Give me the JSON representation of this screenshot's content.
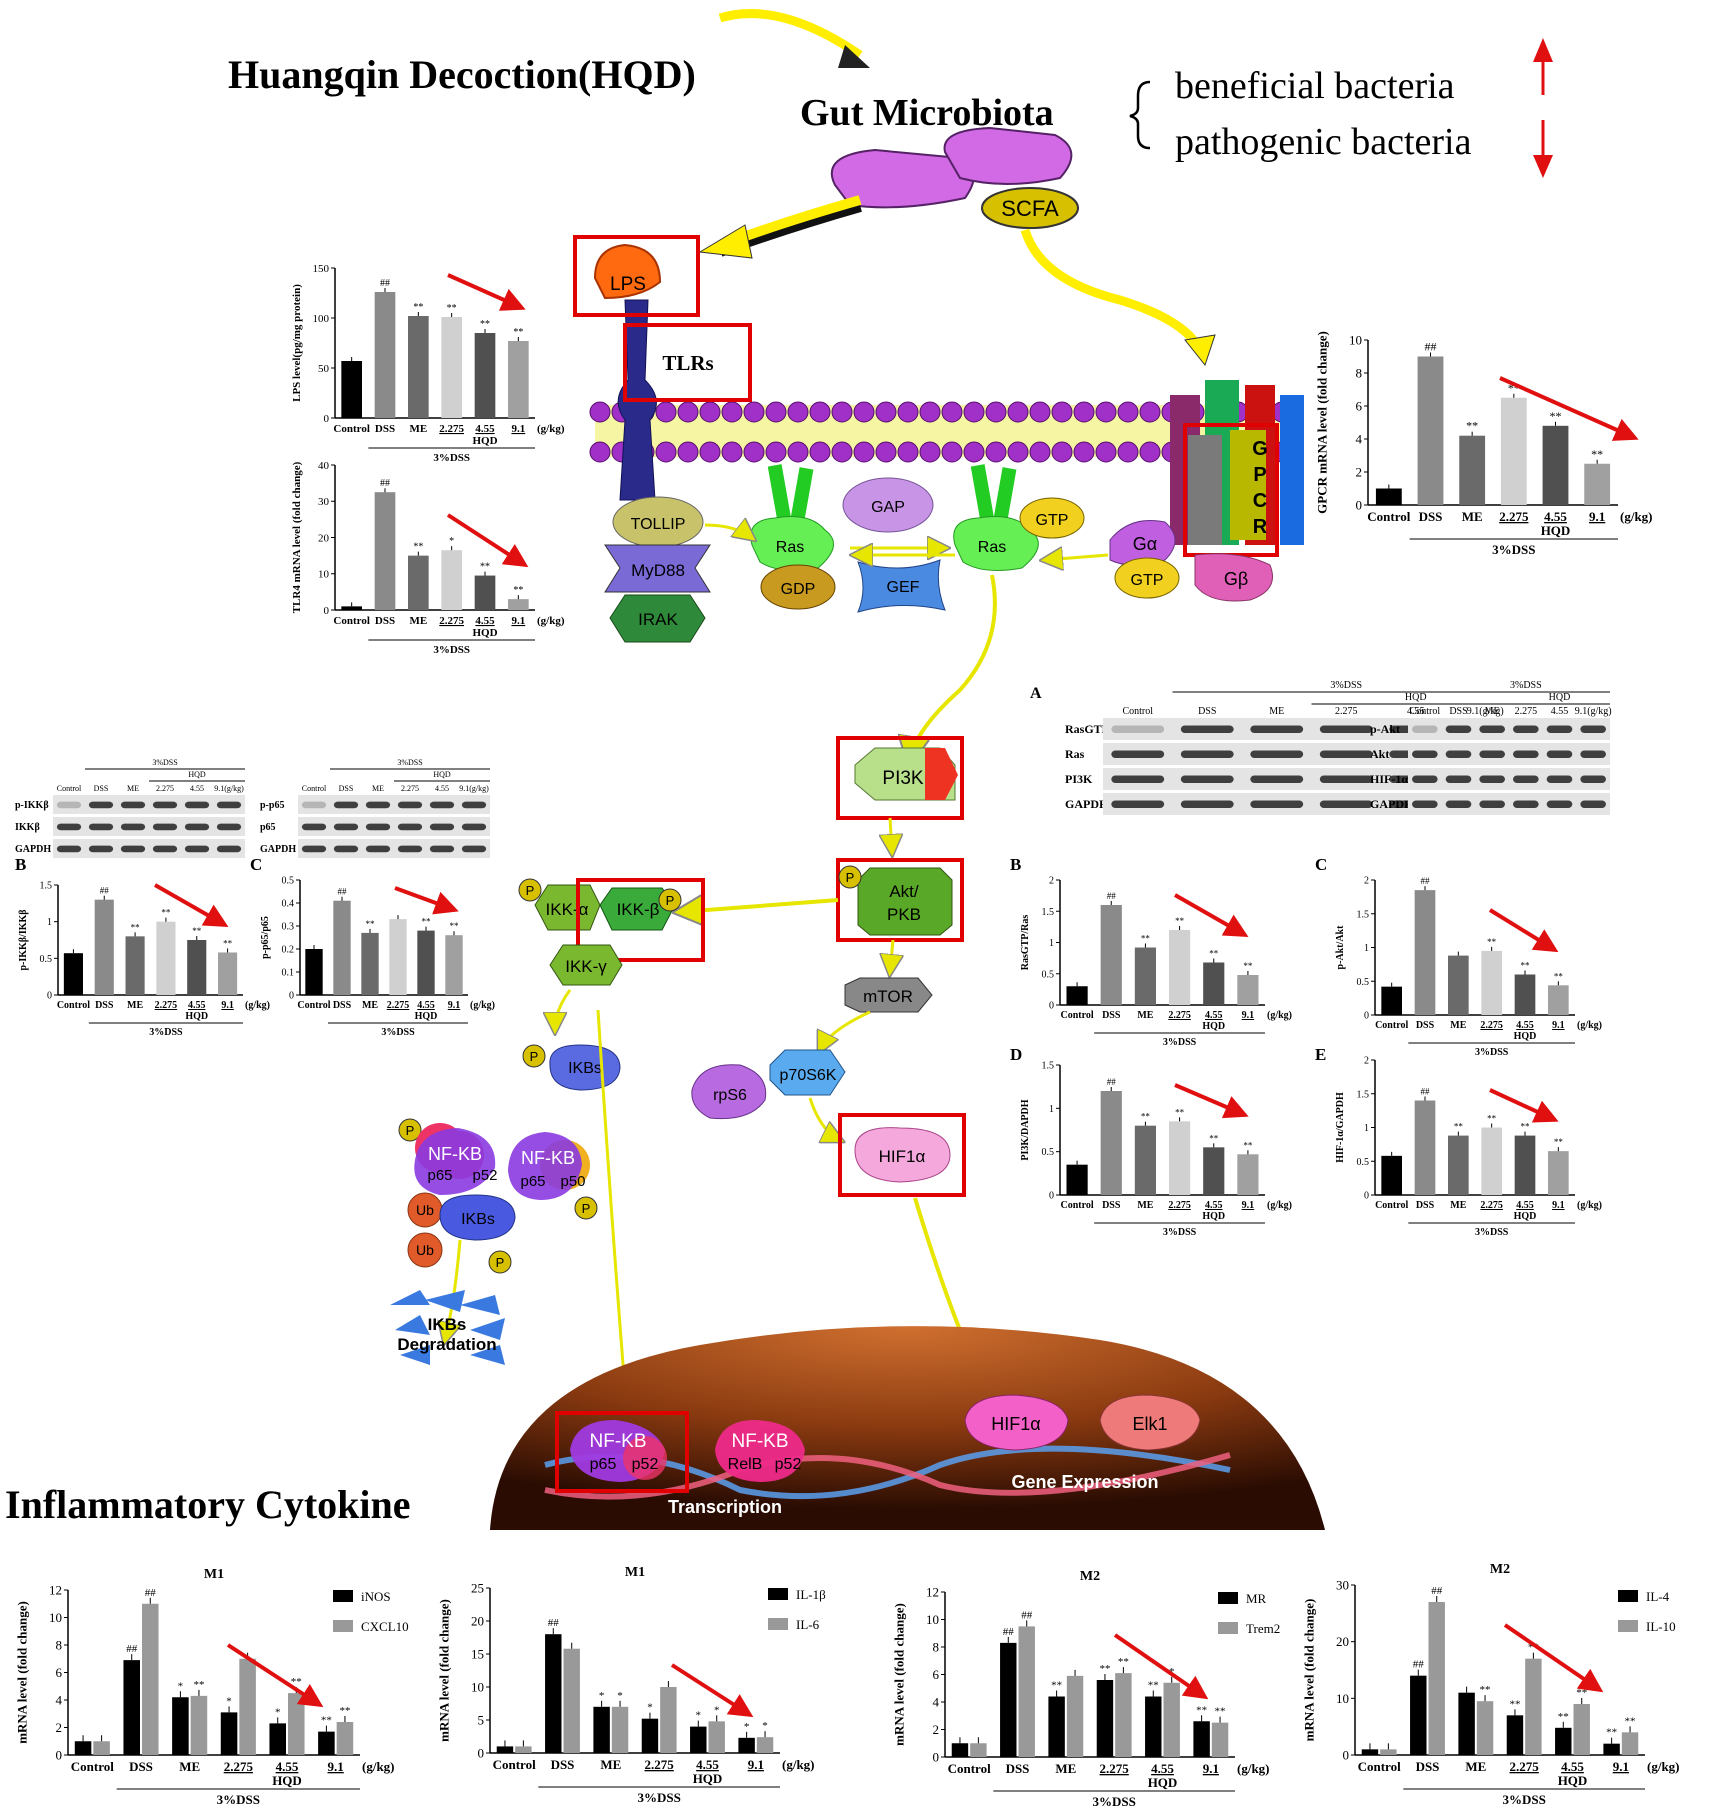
{
  "header": {
    "title": "Huangqin Decoction(HQD)",
    "microbiota": "Gut Microbiota",
    "beneficial": "beneficial bacteria",
    "pathogenic": "pathogenic bacteria"
  },
  "molecules": {
    "scfa": "SCFA",
    "lps": "LPS",
    "tlrs": "TLRs",
    "tollip": "TOLLIP",
    "myd88": "MyD88",
    "irak": "IRAK",
    "ras": "Ras",
    "gap": "GAP",
    "gdp": "GDP",
    "gef": "GEF",
    "gtp": "GTP",
    "galpha": "Gα",
    "gbeta": "Gβ",
    "gpcr": [
      "G",
      "P",
      "C",
      "R"
    ],
    "pi3k": "PI3K",
    "akt1": "Akt/",
    "akt2": "PKB",
    "mtor": "mTOR",
    "p70s6k": "p70S6K",
    "rps6": "rpS6",
    "hif": "HIF1α",
    "elk": "Elk1",
    "ikka": "IKK-α",
    "ikkb": "IKK-β",
    "ikkg": "IKK-γ",
    "ikbs": "IKBs",
    "nfkb": "NF-KB",
    "p65": "p65",
    "p52": "p52",
    "p50": "p50",
    "relb": "RelB",
    "ub": "Ub",
    "p": "P",
    "degradation1": "IKBs",
    "degradation2": "Degradation",
    "transcription": "Transcription",
    "gene_expression": "Gene Expression"
  },
  "section_title": "Inflammatory Cytokine",
  "common": {
    "groups": [
      "Control",
      "DSS",
      "ME",
      "2.275",
      "4.55",
      "9.1"
    ],
    "unit": "(g/kg)",
    "dss": "3%DSS",
    "hqd": "HQD",
    "sig_hash": "##",
    "sig_star": "**"
  },
  "blots": {
    "panel_a": "A",
    "panel_b": "B",
    "panel_c": "C",
    "panel_d": "D",
    "panel_e": "E",
    "ras_rows": [
      "RasGTP",
      "Ras",
      "PI3K",
      "GAPDH"
    ],
    "akt_rows": [
      "p-Akt",
      "Akt",
      "HIF-1α",
      "GAPDH"
    ],
    "ikk_rows": [
      "p-IKKβ",
      "IKKβ",
      "GAPDH"
    ],
    "p65_rows": [
      "p-p65",
      "p65",
      "GAPDH"
    ]
  },
  "chart_data": [
    {
      "type": "bar",
      "id": "lps",
      "ylabel": "LPS level(pg/mg protein)",
      "ylim": [
        0,
        150
      ],
      "categories": [
        "Control",
        "DSS",
        "ME",
        "2.275",
        "4.55",
        "9.1"
      ],
      "values": [
        57,
        126,
        102,
        101,
        85,
        77
      ]
    },
    {
      "type": "bar",
      "id": "tlr4",
      "ylabel": "TLR4 mRNA level (fold change)",
      "ylim": [
        0,
        40
      ],
      "categories": [
        "Control",
        "DSS",
        "ME",
        "2.275",
        "4.55",
        "9.1"
      ],
      "values": [
        1,
        32.5,
        15,
        16.5,
        9.5,
        3
      ]
    },
    {
      "type": "bar",
      "id": "gpcr",
      "ylabel": "GPCR mRNA level (fold change)",
      "ylim": [
        0,
        10
      ],
      "categories": [
        "Control",
        "DSS",
        "ME",
        "2.275",
        "4.55",
        "9.1"
      ],
      "values": [
        1,
        9,
        4.2,
        6.5,
        4.8,
        2.5
      ]
    },
    {
      "type": "bar",
      "id": "pikk",
      "ylabel": "p-IKKβ/IKKβ",
      "ylim": [
        0,
        1.5
      ],
      "categories": [
        "Control",
        "DSS",
        "ME",
        "2.275",
        "4.55",
        "9.1"
      ],
      "values": [
        0.57,
        1.3,
        0.8,
        1.0,
        0.75,
        0.58
      ]
    },
    {
      "type": "bar",
      "id": "pp65",
      "ylabel": "p-p65/p65",
      "ylim": [
        0,
        0.5
      ],
      "categories": [
        "Control",
        "DSS",
        "ME",
        "2.275",
        "4.55",
        "9.1"
      ],
      "values": [
        0.2,
        0.41,
        0.27,
        0.33,
        0.28,
        0.26
      ]
    },
    {
      "type": "bar",
      "id": "rasgtp",
      "ylabel": "RasGTP/Ras",
      "ylim": [
        0,
        2.0
      ],
      "categories": [
        "Control",
        "DSS",
        "ME",
        "2.275",
        "4.55",
        "9.1"
      ],
      "values": [
        0.3,
        1.6,
        0.92,
        1.2,
        0.68,
        0.48
      ]
    },
    {
      "type": "bar",
      "id": "pakt",
      "ylabel": "p-Akt/Akt",
      "ylim": [
        0,
        2.0
      ],
      "categories": [
        "Control",
        "DSS",
        "ME",
        "2.275",
        "4.55",
        "9.1"
      ],
      "values": [
        0.42,
        1.85,
        0.88,
        0.95,
        0.6,
        0.44
      ]
    },
    {
      "type": "bar",
      "id": "pi3k",
      "ylabel": "PI3K/DAPDH",
      "ylim": [
        0,
        1.5
      ],
      "categories": [
        "Control",
        "DSS",
        "ME",
        "2.275",
        "4.55",
        "9.1"
      ],
      "values": [
        0.35,
        1.2,
        0.8,
        0.85,
        0.55,
        0.47
      ]
    },
    {
      "type": "bar",
      "id": "hif",
      "ylabel": "HIF-1α/GAPDH",
      "ylim": [
        0,
        2.0
      ],
      "categories": [
        "Control",
        "DSS",
        "ME",
        "2.275",
        "4.55",
        "9.1"
      ],
      "values": [
        0.58,
        1.4,
        0.88,
        1.0,
        0.88,
        0.65
      ]
    },
    {
      "type": "bar",
      "id": "m1a",
      "title": "M1",
      "ylabel": "mRNA level (fold change)",
      "ylim": [
        0,
        12
      ],
      "categories": [
        "Control",
        "DSS",
        "ME",
        "2.275",
        "4.55",
        "9.1"
      ],
      "series": [
        {
          "name": "iNOS",
          "values": [
            1,
            6.9,
            4.2,
            3.1,
            2.3,
            1.7
          ]
        },
        {
          "name": "CXCL10",
          "values": [
            1,
            11,
            4.3,
            7,
            4.5,
            2.4
          ]
        }
      ]
    },
    {
      "type": "bar",
      "id": "m1b",
      "title": "M1",
      "ylabel": "mRNA level (fold change)",
      "ylim": [
        0,
        25
      ],
      "categories": [
        "Control",
        "DSS",
        "ME",
        "2.275",
        "4.55",
        "9.1"
      ],
      "series": [
        {
          "name": "IL-1β",
          "values": [
            1,
            18,
            7,
            5.2,
            4,
            2.3
          ]
        },
        {
          "name": "IL-6",
          "values": [
            1,
            15.8,
            7,
            10,
            4.8,
            2.4
          ]
        }
      ]
    },
    {
      "type": "bar",
      "id": "m2a",
      "title": "M2",
      "ylabel": "mRNA level (fold change)",
      "ylim": [
        0,
        12
      ],
      "categories": [
        "Control",
        "DSS",
        "ME",
        "2.275",
        "4.55",
        "9.1"
      ],
      "series": [
        {
          "name": "MR",
          "values": [
            1,
            8.3,
            4.4,
            5.6,
            4.4,
            2.6
          ]
        },
        {
          "name": "Trem2",
          "values": [
            1,
            9.5,
            5.9,
            6.1,
            5.4,
            2.5
          ]
        }
      ]
    },
    {
      "type": "bar",
      "id": "m2b",
      "title": "M2",
      "ylabel": "mRNA level (fold change)",
      "ylim": [
        0,
        30
      ],
      "categories": [
        "Control",
        "DSS",
        "ME",
        "2.275",
        "4.55",
        "9.1"
      ],
      "series": [
        {
          "name": "IL-4",
          "values": [
            1,
            14,
            11,
            7,
            4.8,
            2
          ]
        },
        {
          "name": "IL-10",
          "values": [
            1,
            27,
            9.5,
            17,
            9,
            4
          ]
        }
      ]
    }
  ]
}
